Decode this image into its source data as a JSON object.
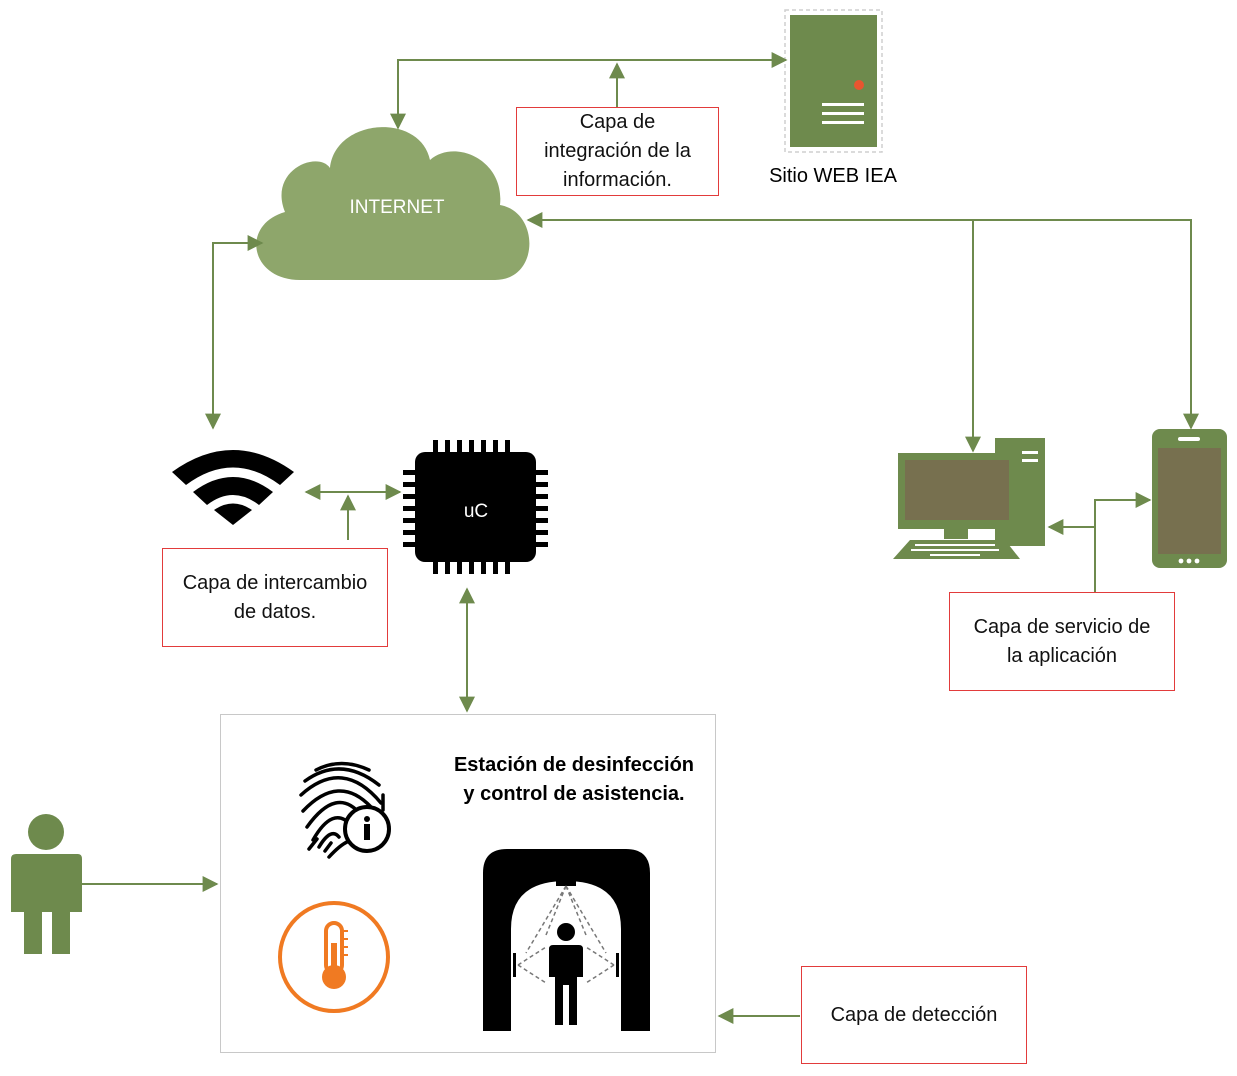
{
  "colors": {
    "green": "#6e8a4d",
    "cloud": "#8ea66b",
    "screen": "#77704f",
    "red_border": "#e23b3b",
    "orange": "#f07a22",
    "black": "#000000"
  },
  "cloud": {
    "label": "INTERNET"
  },
  "server": {
    "label": "Sitio WEB IEA"
  },
  "chip": {
    "label": "uC"
  },
  "layers": {
    "integracion": "Capa de\nintegración de la\ninformación.",
    "intercambio": "Capa de intercambio\nde datos.",
    "servicio": "Capa de servicio de\nla aplicación",
    "deteccion": "Capa de detección"
  },
  "station": {
    "title": "Estación de desinfección\ny control de asistencia."
  },
  "icons": [
    "cloud-icon",
    "server-icon",
    "wifi-icon",
    "microcontroller-icon",
    "desktop-computer-icon",
    "smartphone-icon",
    "person-icon",
    "fingerprint-icon",
    "thermometer-icon",
    "disinfection-arch-icon"
  ]
}
